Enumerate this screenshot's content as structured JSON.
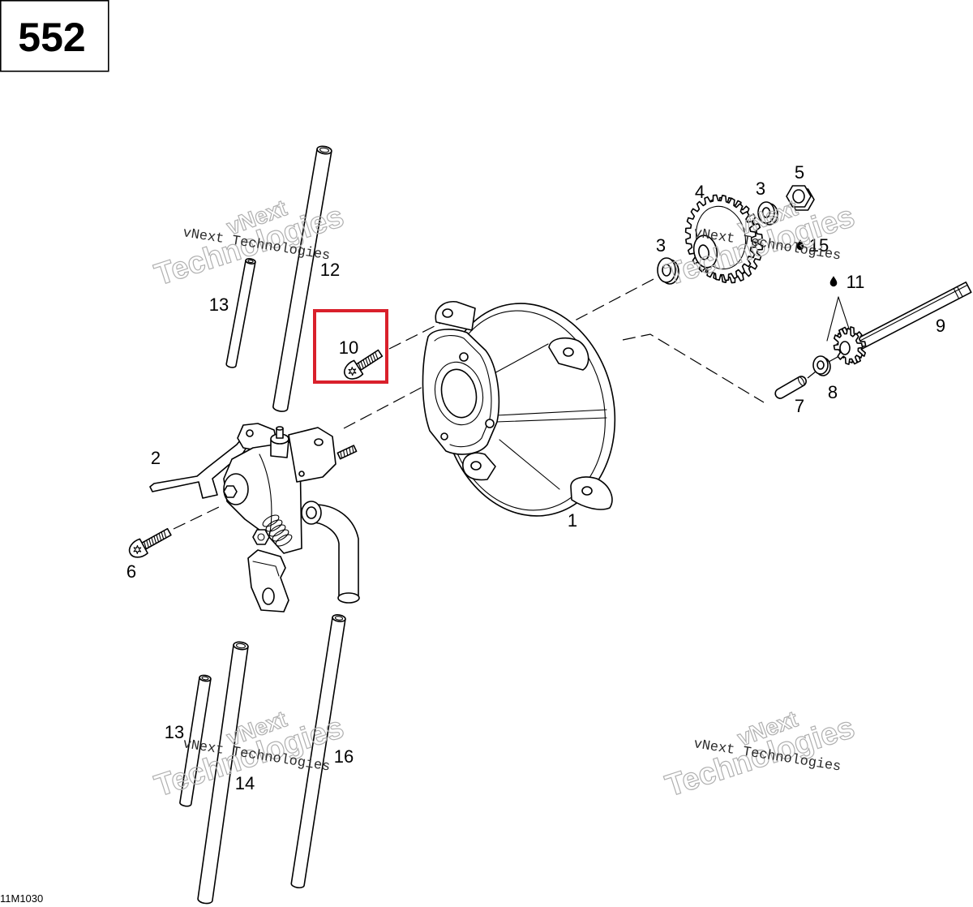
{
  "sheet": {
    "page_number": "552",
    "drawing_code": "11M1030"
  },
  "callouts": {
    "c1": "1",
    "c2": "2",
    "c3_upper": "3",
    "c3_lower": "3",
    "c4": "4",
    "c5": "5",
    "c6": "6",
    "c7": "7",
    "c8": "8",
    "c9": "9",
    "c10": "10",
    "c11": "11",
    "c12": "12",
    "c13_upper": "13",
    "c13_lower": "13",
    "c14": "14",
    "c15": "15",
    "c16": "16"
  },
  "watermark": {
    "caption": "vNext Technologies",
    "word1": "vNext",
    "word2": "Technologies"
  },
  "icons": {
    "lubricant": "oil-drop-icon"
  },
  "colors": {
    "line": "#000000",
    "watermark": "#b0b0b0",
    "highlight": "#d9202b"
  }
}
